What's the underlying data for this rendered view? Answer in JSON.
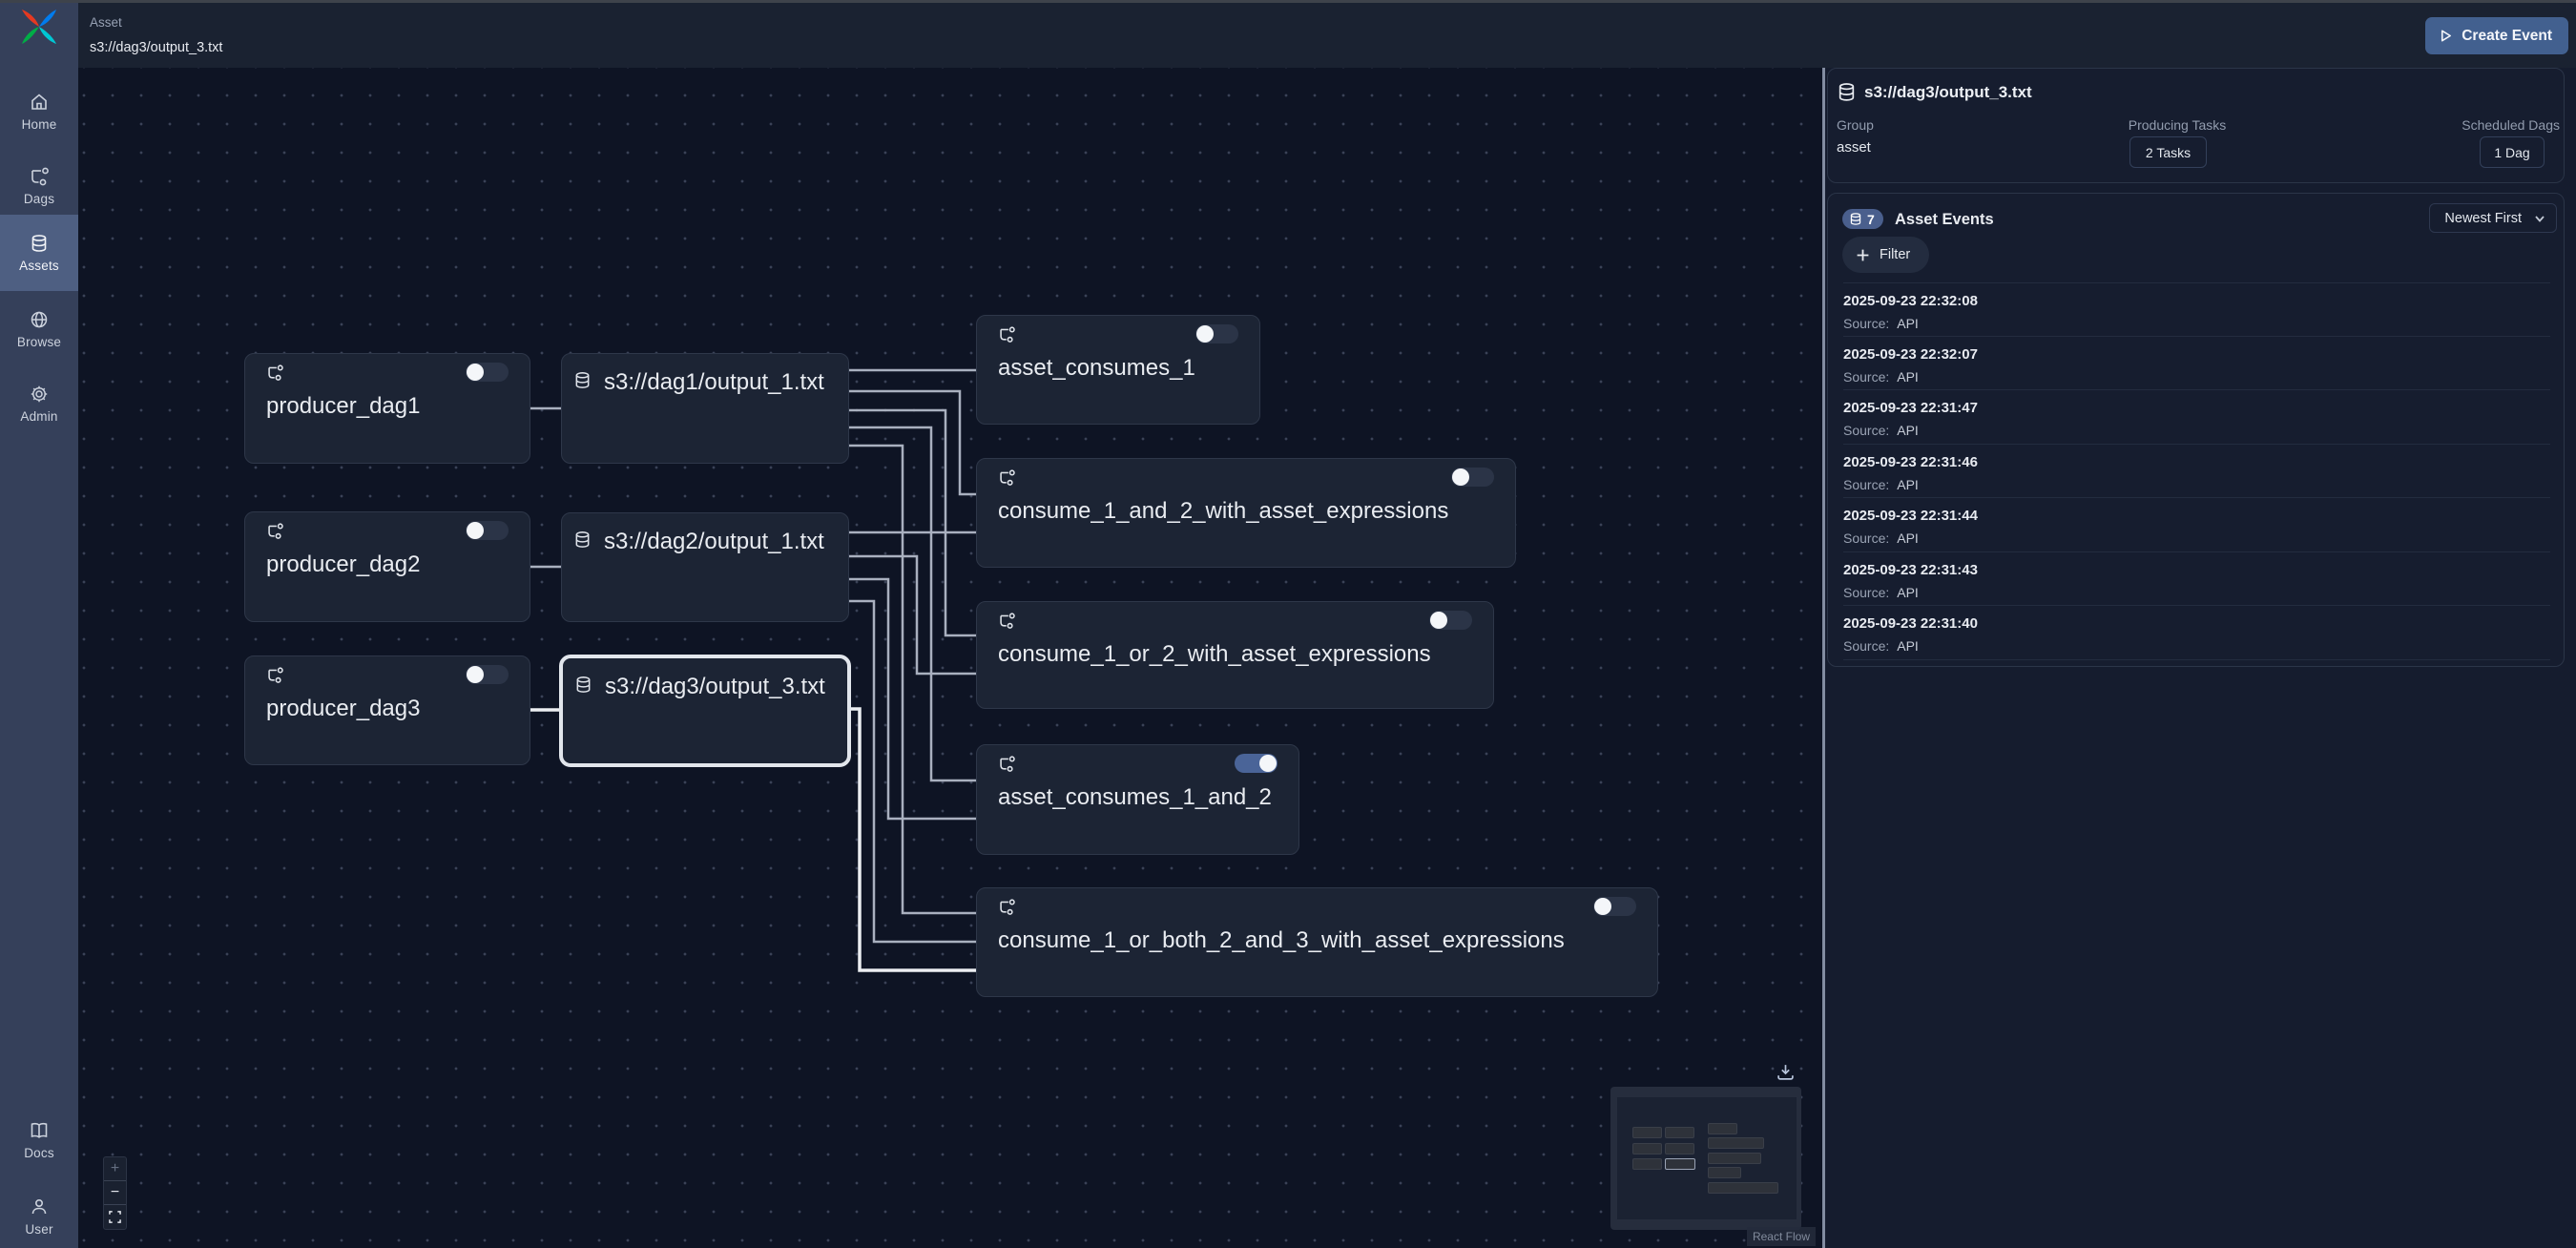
{
  "colors": {
    "accent": "#42608f",
    "toggle_on": "#4a6498",
    "canvas_bg": "#0e1424",
    "sidebar_bg": "#35405a",
    "selected_border": "#e2e6ec"
  },
  "header": {
    "breadcrumb": "Asset",
    "path": "s3://dag3/output_3.txt",
    "create_event": "Create Event"
  },
  "sidebar": {
    "items": [
      {
        "label": "Home"
      },
      {
        "label": "Dags"
      },
      {
        "label": "Assets"
      },
      {
        "label": "Browse"
      },
      {
        "label": "Admin"
      }
    ],
    "bottom": [
      {
        "label": "Docs"
      },
      {
        "label": "User"
      }
    ]
  },
  "graph": {
    "nodes": [
      {
        "id": "producer_dag1",
        "type": "dag",
        "title": "producer_dag1",
        "toggle": "off"
      },
      {
        "id": "producer_dag2",
        "type": "dag",
        "title": "producer_dag2",
        "toggle": "off"
      },
      {
        "id": "producer_dag3",
        "type": "dag",
        "title": "producer_dag3",
        "toggle": "off"
      },
      {
        "id": "asset1",
        "type": "asset",
        "title": "s3://dag1/output_1.txt"
      },
      {
        "id": "asset2",
        "type": "asset",
        "title": "s3://dag2/output_1.txt"
      },
      {
        "id": "asset3",
        "type": "asset",
        "title": "s3://dag3/output_3.txt",
        "selected": true
      },
      {
        "id": "asset_consumes_1",
        "type": "dag",
        "title": "asset_consumes_1",
        "toggle": "off"
      },
      {
        "id": "consume_1_and_2",
        "type": "dag",
        "title": "consume_1_and_2_with_asset_expressions",
        "toggle": "off"
      },
      {
        "id": "consume_1_or_2",
        "type": "dag",
        "title": "consume_1_or_2_with_asset_expressions",
        "toggle": "off"
      },
      {
        "id": "asset_consumes_1_and_2",
        "type": "dag",
        "title": "asset_consumes_1_and_2",
        "toggle": "on"
      },
      {
        "id": "consume_1_or_both_2_and_3",
        "type": "dag",
        "title": "consume_1_or_both_2_and_3_with_asset_expressions",
        "toggle": "off"
      }
    ]
  },
  "panel": {
    "title": "s3://dag3/output_3.txt",
    "group_label": "Group",
    "group_value": "asset",
    "producing_label": "Producing Tasks",
    "producing_value": "2 Tasks",
    "scheduled_label": "Scheduled Dags",
    "scheduled_value": "1 Dag",
    "events_count": "7",
    "events_title": "Asset Events",
    "sort": "Newest First",
    "filter_label": "Filter"
  },
  "events": [
    {
      "time": "2025-09-23 22:32:08",
      "source_label": "Source:",
      "source": "API"
    },
    {
      "time": "2025-09-23 22:32:07",
      "source_label": "Source:",
      "source": "API"
    },
    {
      "time": "2025-09-23 22:31:47",
      "source_label": "Source:",
      "source": "API"
    },
    {
      "time": "2025-09-23 22:31:46",
      "source_label": "Source:",
      "source": "API"
    },
    {
      "time": "2025-09-23 22:31:44",
      "source_label": "Source:",
      "source": "API"
    },
    {
      "time": "2025-09-23 22:31:43",
      "source_label": "Source:",
      "source": "API"
    },
    {
      "time": "2025-09-23 22:31:40",
      "source_label": "Source:",
      "source": "API"
    }
  ],
  "controls": {
    "zoom_in": "+",
    "zoom_out": "−",
    "attribution": "React Flow"
  }
}
